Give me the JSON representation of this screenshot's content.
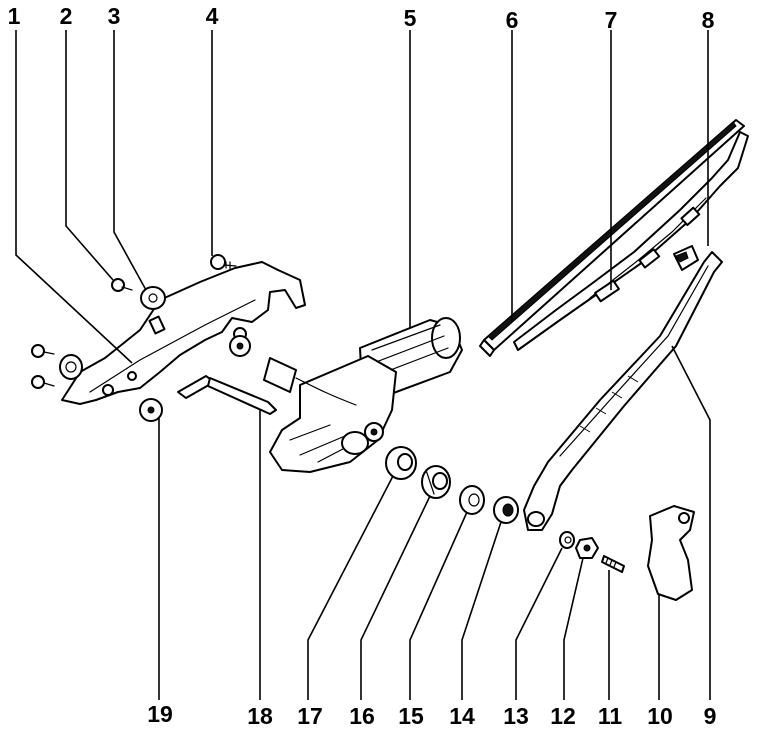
{
  "callouts": [
    {
      "label": "1"
    },
    {
      "label": "2"
    },
    {
      "label": "3"
    },
    {
      "label": "4"
    },
    {
      "label": "5"
    },
    {
      "label": "6"
    },
    {
      "label": "7"
    },
    {
      "label": "8"
    },
    {
      "label": "19"
    },
    {
      "label": "18"
    },
    {
      "label": "17"
    },
    {
      "label": "16"
    },
    {
      "label": "15"
    },
    {
      "label": "14"
    },
    {
      "label": "13"
    },
    {
      "label": "12"
    },
    {
      "label": "11"
    },
    {
      "label": "10"
    },
    {
      "label": "9"
    }
  ]
}
